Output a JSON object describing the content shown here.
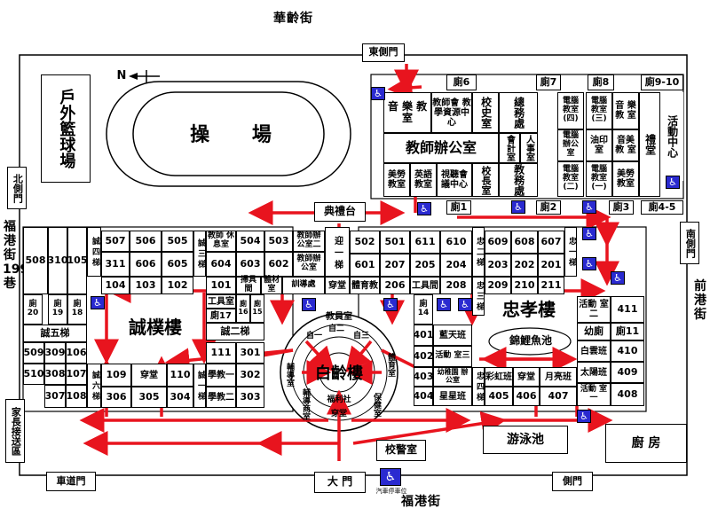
{
  "streets": {
    "north": "華齡街",
    "south": "福港街",
    "west": "福港街199巷",
    "east": "前港街"
  },
  "gates": {
    "east_side": "東側門",
    "north_side": "北側門",
    "south_side": "南側門",
    "main": "大 門",
    "side": "側門",
    "car": "車道門",
    "parent_pickup": "家長接送區"
  },
  "compass": "N",
  "areas": {
    "basketball": "戶外籃球場",
    "playground": "操 場",
    "auditorium_stage": "典禮台",
    "guard": "校警室",
    "pool": "游泳池",
    "kitchen": "廚 房",
    "koi_pond": "錦鯉魚池",
    "activity_center": "活動中心",
    "hall": "禮堂"
  },
  "buildings": {
    "chengpu": "誠樸樓",
    "zhongxiao": "忠孝樓",
    "bailing": "白齡樓"
  },
  "north_block": {
    "toilets": [
      "廁6",
      "廁7",
      "廁8",
      "廁9-10",
      "廁1",
      "廁2",
      "廁3",
      "廁4-5"
    ],
    "music": "音 樂 教 室",
    "teacher_resource": "教師會 教學資源中心",
    "history": "校史室",
    "general_affairs": "總務處",
    "teacher_office": "教師辦公室",
    "accounting": "會計室",
    "personnel": "人事室",
    "computer4": "電腦 教室 (四)",
    "computer3": "電腦 教室 (三)",
    "music2": "音 樂 教 室",
    "computer_office": "電腦 辦公 室",
    "printing": "油印室",
    "art2": "音美 教 室",
    "computer2": "電腦 教室 (二)",
    "computer1": "電腦 教室 (一)",
    "arts1": "美勞 教室",
    "english": "英語 教室",
    "av_center": "視聽會 議中心",
    "principal": "校長室",
    "academic": "教務處",
    "arts2": "美勞 教室"
  },
  "west_rooms": {
    "row1": [
      "507",
      "506",
      "505",
      "504",
      "503"
    ],
    "row2": [
      "311",
      "606",
      "605",
      "604",
      "603",
      "602"
    ],
    "row3": [
      "104",
      "103",
      "102",
      "101"
    ],
    "col_left": [
      "508",
      "310",
      "105"
    ],
    "teacher_lounge": "教師 休息室",
    "staff_office2": "教師辦 公室二",
    "teacher_office": "教師辦 公室",
    "stairs4": "誠 四 梯",
    "stairs3": "誠 三 梯",
    "stairs5": "誠五梯",
    "stairs6": "誠 六 梯",
    "stairs2": "誠二梯",
    "stairs1": "誠 一 梯",
    "tools": "工具室",
    "cleaning": "掃具間",
    "equipment": "體材室",
    "counseling": "訓導處",
    "toilets": [
      "廁 20",
      "廁 19",
      "廁 18",
      "廁17",
      "廁 16",
      "廁 15"
    ],
    "lower_left": [
      "509",
      "309",
      "106",
      "510",
      "308",
      "107",
      "307",
      "108"
    ],
    "lower_mid": [
      "109",
      "306",
      "305",
      "304",
      "110",
      "111",
      "301",
      "302",
      "303"
    ],
    "study_hall": "穿堂",
    "teaching2": "學教二",
    "teaching1": "學教一"
  },
  "east_rooms": {
    "row1": [
      "502",
      "501",
      "611",
      "610",
      "609",
      "608",
      "607"
    ],
    "row2": [
      "601",
      "207",
      "205",
      "204",
      "203",
      "202",
      "201"
    ],
    "row3": [
      "206",
      "208",
      "209",
      "210",
      "211"
    ],
    "passage": "穿堂",
    "gym": "體育教",
    "workshop": "工具間",
    "stairs_ying": "迎 一 梯",
    "stairs_zhong2": "忠 二 梯",
    "stairs_zhong1": "忠 一 梯",
    "stairs_zhong3": "忠 三 梯",
    "stairs_zhong4": "忠 四 梯",
    "toilet14": "廁 14",
    "toilet11": "廁11",
    "lower": [
      "401",
      "402",
      "403",
      "404",
      "405",
      "406",
      "407",
      "408",
      "409",
      "410",
      "411"
    ],
    "blue_sky": "藍天班",
    "activity3": "活動 室三",
    "kindergarten": "幼稚園 辦公室",
    "star": "星星班",
    "rainbow": "彩虹班",
    "pass2": "穿堂",
    "moon": "月亮班",
    "white_cloud": "白雲班",
    "sun": "太陽班",
    "activity1": "活動 室一",
    "activity2": "活動 室二",
    "kinder_toilet": "幼廁"
  },
  "bailing": {
    "staff": "教員室",
    "self1": "自一",
    "self2": "自二",
    "self3": "自三",
    "counsel": "輔導室",
    "cafe": "福利社",
    "health": "保健室",
    "gym_class": "體育室",
    "hall_entry": "穿堂",
    "store": "輔導商室"
  },
  "accessibility": {
    "icon": "♿",
    "parking": "汽車停車位"
  },
  "colors": {
    "arrow": "#e8141e",
    "accessible": "#2a2ad0"
  }
}
